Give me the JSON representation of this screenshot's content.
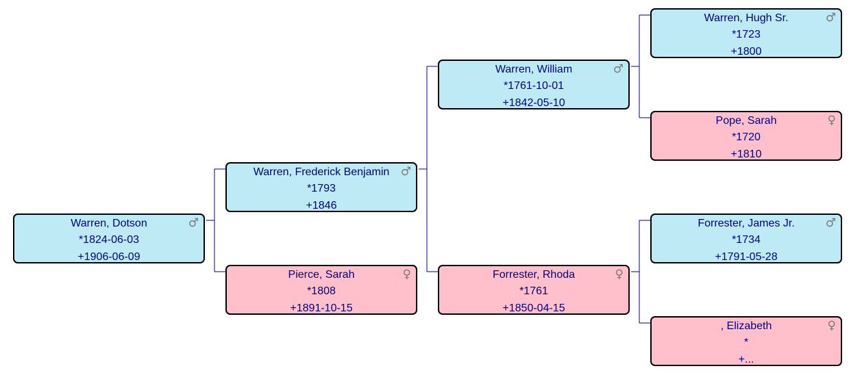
{
  "people": [
    {
      "id": "p0",
      "name": "Warren, Dotson",
      "birth": "*1824-06-03",
      "death": "+1906-06-09",
      "sex": "male",
      "sex_icon": "male-icon"
    },
    {
      "id": "p1",
      "name": "Warren, Frederick Benjamin",
      "birth": "*1793",
      "death": "+1846",
      "sex": "male",
      "sex_icon": "male-icon"
    },
    {
      "id": "p2",
      "name": "Pierce, Sarah",
      "birth": "*1808",
      "death": "+1891-10-15",
      "sex": "female",
      "sex_icon": "female-icon"
    },
    {
      "id": "p3",
      "name": "Warren, William",
      "birth": "*1761-10-01",
      "death": "+1842-05-10",
      "sex": "male",
      "sex_icon": "male-icon"
    },
    {
      "id": "p4",
      "name": "Forrester, Rhoda",
      "birth": "*1761",
      "death": "+1850-04-15",
      "sex": "female",
      "sex_icon": "female-icon"
    },
    {
      "id": "p5",
      "name": "Warren, Hugh Sr.",
      "birth": "*1723",
      "death": "+1800",
      "sex": "male",
      "sex_icon": "male-icon"
    },
    {
      "id": "p6",
      "name": "Pope, Sarah",
      "birth": "*1720",
      "death": "+1810",
      "sex": "female",
      "sex_icon": "female-icon"
    },
    {
      "id": "p7",
      "name": "Forrester, James Jr.",
      "birth": "*1734",
      "death": "+1791-05-28",
      "sex": "male",
      "sex_icon": "male-icon"
    },
    {
      "id": "p8",
      "name": ", Elizabeth",
      "birth": "*",
      "death": "+...",
      "sex": "female",
      "sex_icon": "female-icon"
    }
  ],
  "colors": {
    "male_fill": "#bdeaf5",
    "female_fill": "#ffc0cb",
    "text": "#000080",
    "connector": "#000080"
  }
}
